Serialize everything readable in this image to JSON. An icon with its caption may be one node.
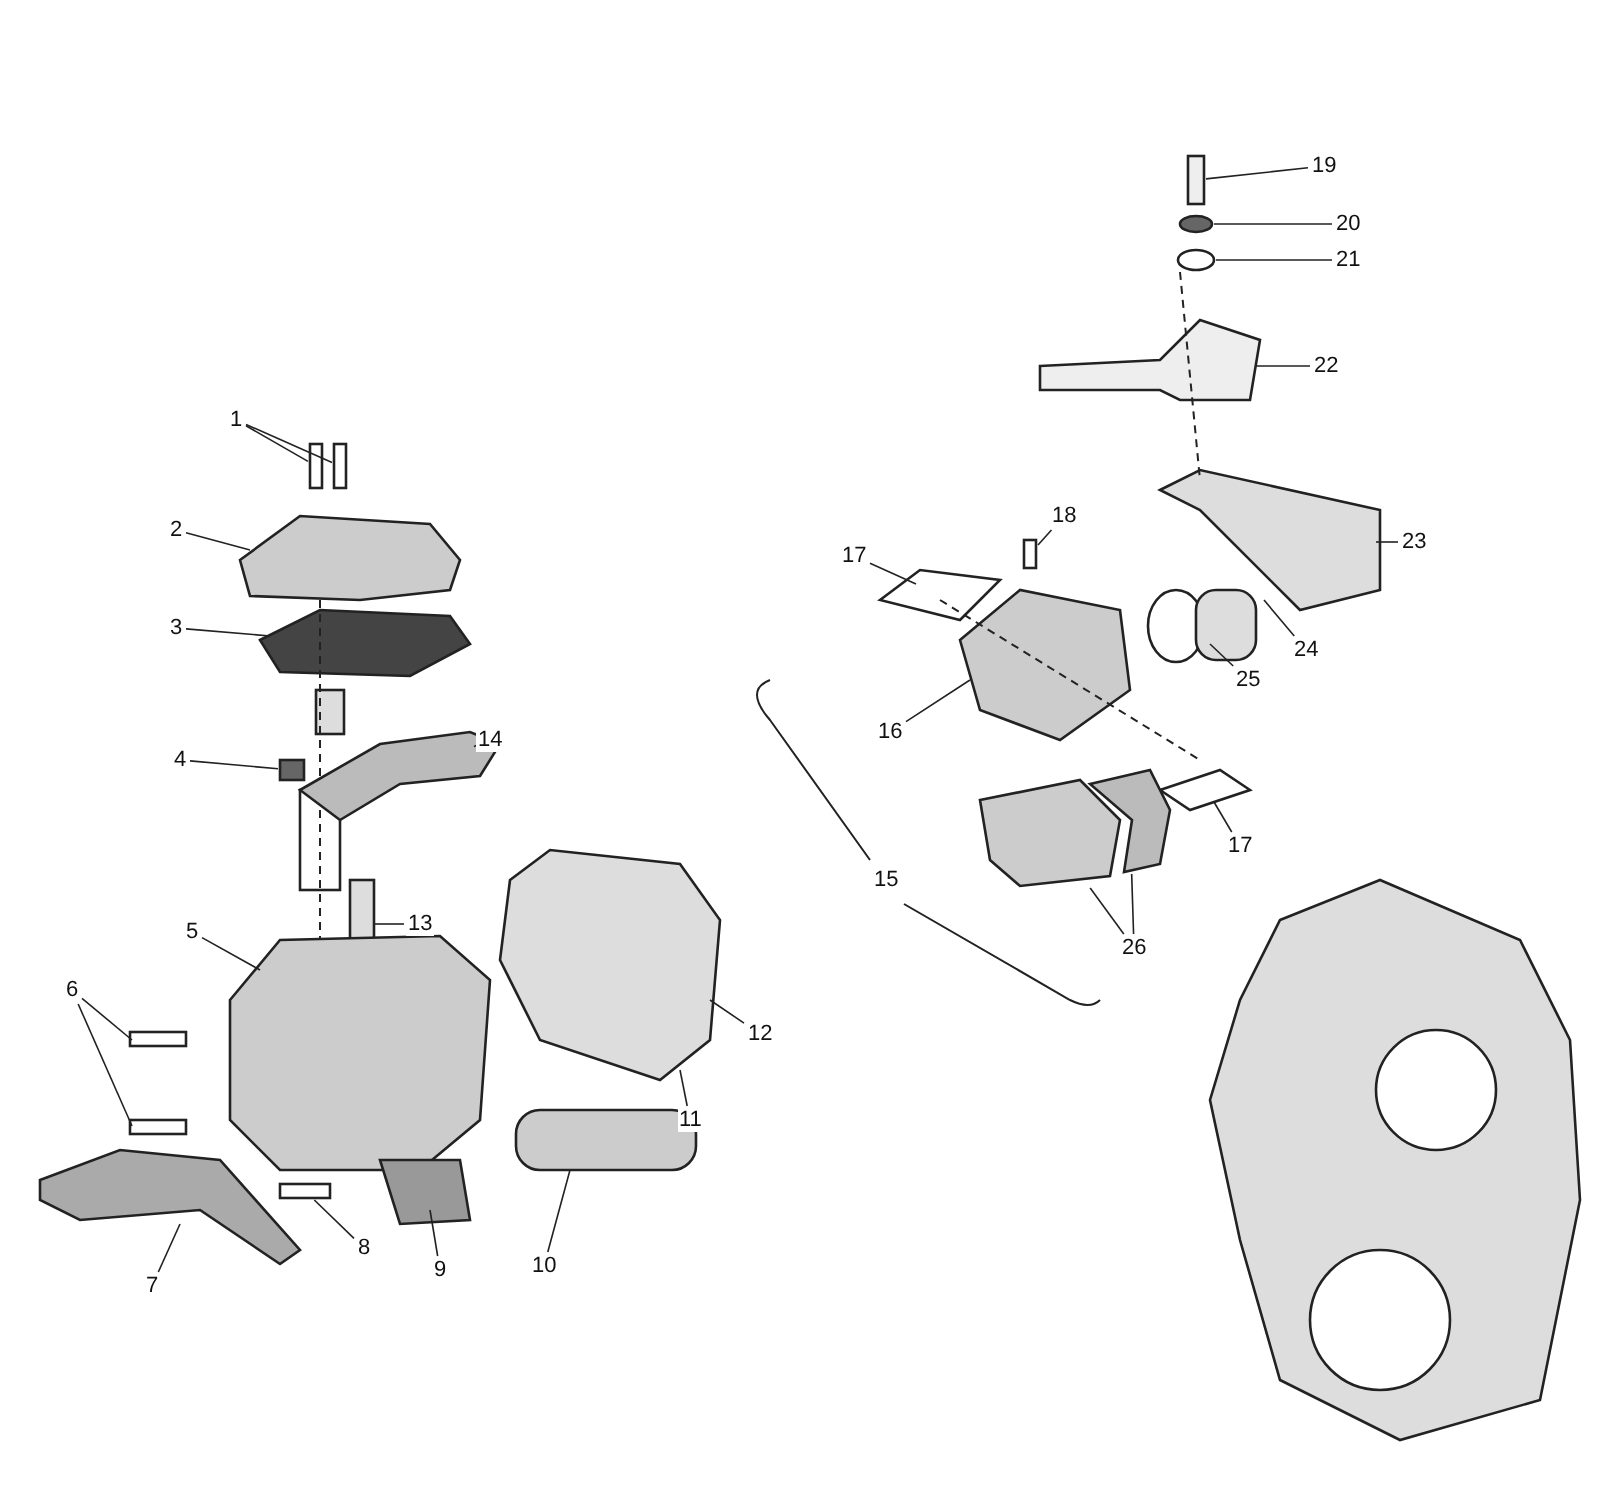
{
  "diagram": {
    "nodes": [
      {
        "text": [
          "1"
        ]
      },
      {
        "text": [
          "2"
        ]
      },
      {
        "text": [
          "3"
        ]
      },
      {
        "text": [
          "4"
        ]
      },
      {
        "text": [
          "5"
        ]
      },
      {
        "text": [
          "6"
        ]
      },
      {
        "text": [
          "7"
        ]
      },
      {
        "text": [
          "8"
        ]
      },
      {
        "text": [
          "9"
        ]
      },
      {
        "text": [
          "10"
        ]
      },
      {
        "text": [
          "11"
        ]
      },
      {
        "text": [
          "12"
        ]
      },
      {
        "text": [
          "13"
        ]
      },
      {
        "text": [
          "14"
        ]
      },
      {
        "text": [
          "16"
        ]
      },
      {
        "text": [
          "17"
        ]
      },
      {
        "text": [
          "18"
        ]
      },
      {
        "text": [
          "15"
        ]
      },
      {
        "text": [
          "19"
        ]
      },
      {
        "text": [
          "20"
        ]
      },
      {
        "text": [
          "21"
        ]
      },
      {
        "text": [
          "22"
        ]
      },
      {
        "text": [
          "23"
        ]
      },
      {
        "text": [
          "24"
        ]
      },
      {
        "text": [
          "25"
        ]
      },
      {
        "text": [
          "17"
        ]
      },
      {
        "text": [
          "26"
        ]
      },
      {
        "text": [],
        "shape": "bar"
      },
      {
        "text": [],
        "shape": "bar"
      },
      {
        "text": [],
        "shape": "box"
      },
      {
        "text": [],
        "shape": "bar"
      },
      {
        "text": [],
        "shape": "bar"
      },
      {
        "text": [],
        "shape": "bar"
      },
      {
        "text": [],
        "shape": "circle"
      },
      {
        "text": [],
        "shape": "circle"
      },
      {
        "text": [],
        "shape": "box"
      },
      {
        "text": [],
        "shape": "box"
      },
      {
        "text": [],
        "shape": "box"
      }
    ],
    "edges": [
      {
        "from": 0,
        "to": 27,
        "arrow": "none"
      },
      {
        "from": 0,
        "to": 28,
        "arrow": "none"
      },
      {
        "from": 1,
        "to": null,
        "arrow": "none"
      },
      {
        "from": 2,
        "to": null,
        "arrow": "none"
      },
      {
        "from": 3,
        "to": 29,
        "arrow": "none"
      },
      {
        "from": 4,
        "to": null,
        "arrow": "none"
      },
      {
        "from": 5,
        "to": null,
        "arrow": "none"
      },
      {
        "from": 5,
        "to": null,
        "arrow": "none"
      },
      {
        "from": 6,
        "to": null,
        "arrow": "none"
      },
      {
        "from": 7,
        "to": 30,
        "arrow": "none"
      },
      {
        "from": 8,
        "to": null,
        "arrow": "none"
      },
      {
        "from": 9,
        "to": null,
        "arrow": "none"
      },
      {
        "from": 10,
        "to": null,
        "arrow": "none"
      },
      {
        "from": 11,
        "to": null,
        "arrow": "none"
      },
      {
        "from": 12,
        "to": null,
        "arrow": "none"
      },
      {
        "from": 13,
        "to": 37,
        "arrow": "none"
      },
      {
        "from": 14,
        "to": null,
        "arrow": "none"
      },
      {
        "from": 15,
        "to": null,
        "arrow": "none"
      },
      {
        "from": 16,
        "to": 31,
        "arrow": "none"
      },
      {
        "from": 18,
        "to": 32,
        "arrow": "none"
      },
      {
        "from": 19,
        "to": 33,
        "arrow": "none"
      },
      {
        "from": 20,
        "to": 34,
        "arrow": "none"
      },
      {
        "from": 21,
        "to": null,
        "arrow": "none"
      },
      {
        "from": 22,
        "to": null,
        "arrow": "none"
      },
      {
        "from": 23,
        "to": null,
        "arrow": "none"
      },
      {
        "from": 24,
        "to": null,
        "arrow": "none"
      },
      {
        "from": 25,
        "to": null,
        "arrow": "none"
      },
      {
        "from": 26,
        "to": 35,
        "arrow": "none"
      },
      {
        "from": 26,
        "to": 36,
        "arrow": "none"
      }
    ]
  }
}
